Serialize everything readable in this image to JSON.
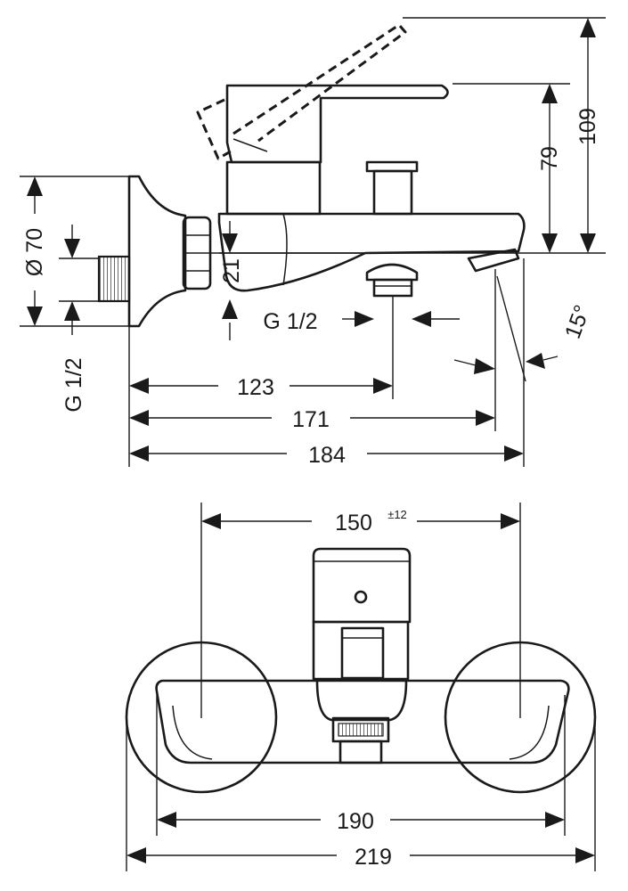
{
  "side_view": {
    "height_total": "109",
    "height_spout": "79",
    "flange_diameter": "Ø 70",
    "offset_21": "21",
    "outlet_thread": "G 1/2",
    "inlet_thread": "G 1/2",
    "angle": "15°",
    "length_123": "123",
    "length_171": "171",
    "length_184": "184"
  },
  "front_view": {
    "centers": "150",
    "centers_tolerance": "±12",
    "width_body": "190",
    "width_total": "219"
  }
}
